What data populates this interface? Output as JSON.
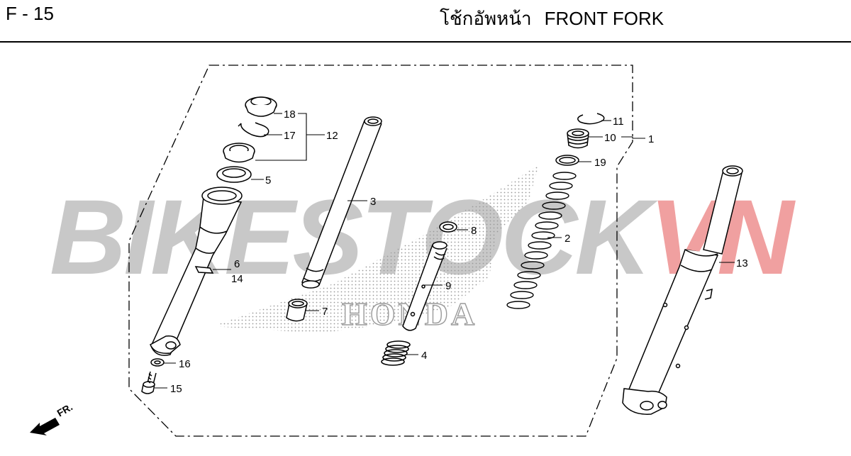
{
  "header": {
    "page_code": "F - 15",
    "title_thai": "โช้กอัพหน้า",
    "title_en": "FRONT FORK"
  },
  "watermark": {
    "part1": "BIKESTOCK",
    "part2": "VN",
    "colors": {
      "part1": "#c8c8c8",
      "part2": "#f0a0a0"
    }
  },
  "brand_mark": {
    "text": "HONDA"
  },
  "direction_marker": {
    "label": "FR."
  },
  "callouts": {
    "c1": "1",
    "c2": "2",
    "c3": "3",
    "c4": "4",
    "c5": "5",
    "c6": "6",
    "c7": "7",
    "c8": "8",
    "c9": "9",
    "c10": "10",
    "c11": "11",
    "c12": "12",
    "c13": "13",
    "c14": "14",
    "c15": "15",
    "c16": "16",
    "c17": "17",
    "c18": "18",
    "c19": "19"
  }
}
